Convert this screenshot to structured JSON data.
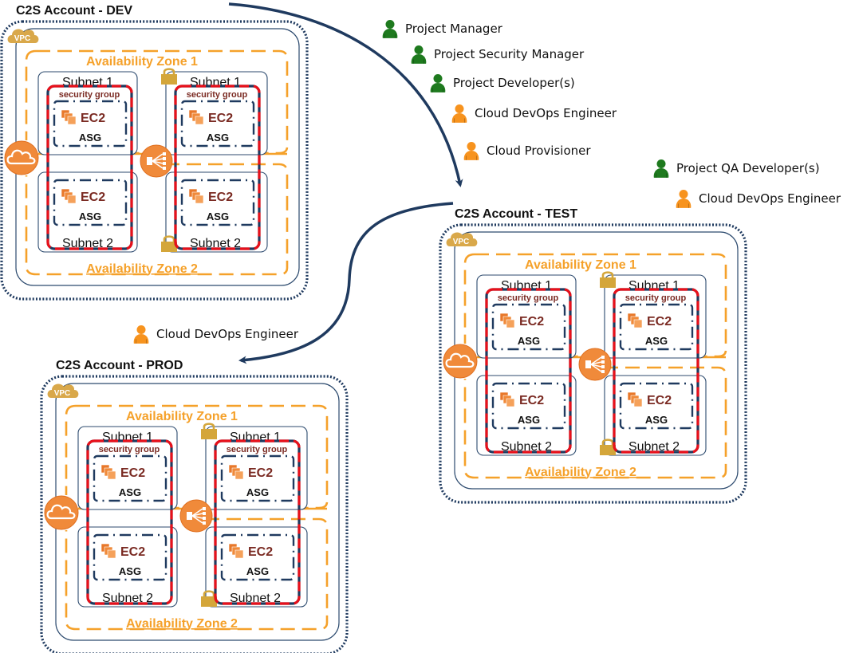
{
  "diagram": {
    "accounts": [
      {
        "id": "dev",
        "title": "C2S Account - DEV",
        "vpc_label": "VPC",
        "availability_zones": [
          "Availability Zone 1",
          "Availability Zone 2"
        ],
        "subnets": [
          {
            "label": "Subnet 1",
            "zone": 1,
            "column": "public",
            "locked": false
          },
          {
            "label": "Subnet 1",
            "zone": 1,
            "column": "private",
            "locked": true
          },
          {
            "label": "Subnet 2",
            "zone": 2,
            "column": "public",
            "locked": false
          },
          {
            "label": "Subnet 2",
            "zone": 2,
            "column": "private",
            "locked": true
          }
        ],
        "security_group_label": "security group",
        "instance_label": "EC2",
        "asg_label": "ASG",
        "icons": [
          "internet-gateway-icon",
          "load-balancer-icon",
          "vpc-cloud-icon",
          "lock-icon",
          "ec2-instances-icon"
        ]
      },
      {
        "id": "test",
        "title": "C2S Account - TEST",
        "vpc_label": "VPC",
        "availability_zones": [
          "Availability Zone 1",
          "Availability Zone 2"
        ],
        "subnets": [
          {
            "label": "Subnet 1",
            "zone": 1,
            "column": "public",
            "locked": false
          },
          {
            "label": "Subnet 1",
            "zone": 1,
            "column": "private",
            "locked": true
          },
          {
            "label": "Subnet 2",
            "zone": 2,
            "column": "public",
            "locked": false
          },
          {
            "label": "Subnet 2",
            "zone": 2,
            "column": "private",
            "locked": true
          }
        ],
        "security_group_label": "security group",
        "instance_label": "EC2",
        "asg_label": "ASG",
        "icons": [
          "internet-gateway-icon",
          "load-balancer-icon",
          "vpc-cloud-icon",
          "lock-icon",
          "ec2-instances-icon"
        ]
      },
      {
        "id": "prod",
        "title": "C2S Account - PROD",
        "vpc_label": "VPC",
        "availability_zones": [
          "Availability Zone 1",
          "Availability Zone 2"
        ],
        "subnets": [
          {
            "label": "Subnet 1",
            "zone": 1,
            "column": "public",
            "locked": false
          },
          {
            "label": "Subnet 1",
            "zone": 1,
            "column": "private",
            "locked": true
          },
          {
            "label": "Subnet 2",
            "zone": 2,
            "column": "public",
            "locked": false
          },
          {
            "label": "Subnet 2",
            "zone": 2,
            "column": "private",
            "locked": true
          }
        ],
        "security_group_label": "security group",
        "instance_label": "EC2",
        "asg_label": "ASG",
        "icons": [
          "internet-gateway-icon",
          "load-balancer-icon",
          "vpc-cloud-icon",
          "lock-icon",
          "ec2-instances-icon"
        ]
      }
    ],
    "role_groups": [
      {
        "account": "dev",
        "roles": [
          {
            "label": "Project Manager",
            "color": "#1e7a1e"
          },
          {
            "label": "Project Security Manager",
            "color": "#1e7a1e"
          },
          {
            "label": "Project Developer(s)",
            "color": "#1e7a1e"
          },
          {
            "label": "Cloud DevOps Engineer",
            "color": "#f7931e"
          },
          {
            "label": "Cloud Provisioner",
            "color": "#f7931e"
          }
        ]
      },
      {
        "account": "test",
        "roles": [
          {
            "label": "Project QA Developer(s)",
            "color": "#1e7a1e"
          },
          {
            "label": "Cloud DevOps Engineer",
            "color": "#f7931e"
          }
        ]
      },
      {
        "account": "prod",
        "roles": [
          {
            "label": "Cloud DevOps Engineer",
            "color": "#f7931e"
          }
        ]
      }
    ],
    "flows": [
      {
        "from": "dev",
        "to": "test"
      },
      {
        "from": "test",
        "to": "prod"
      }
    ],
    "colors": {
      "account_border": "#1f3a5f",
      "vpc_border": "#2c4a6e",
      "az_border": "#f5a12a",
      "subnet_border": "#2c4a6e",
      "security_group_red": "#e8101a",
      "security_group_navy": "#1f3a5f",
      "asg_border": "#1f3a5f",
      "icon_orange": "#f08a3a",
      "vpc_gold": "#d9a84a",
      "lock_gold": "#d4a63a",
      "ec2_text": "#7a2a22",
      "arrow": "#1f3a5f",
      "role_green": "#1e7a1e",
      "role_orange": "#f7931e"
    }
  }
}
